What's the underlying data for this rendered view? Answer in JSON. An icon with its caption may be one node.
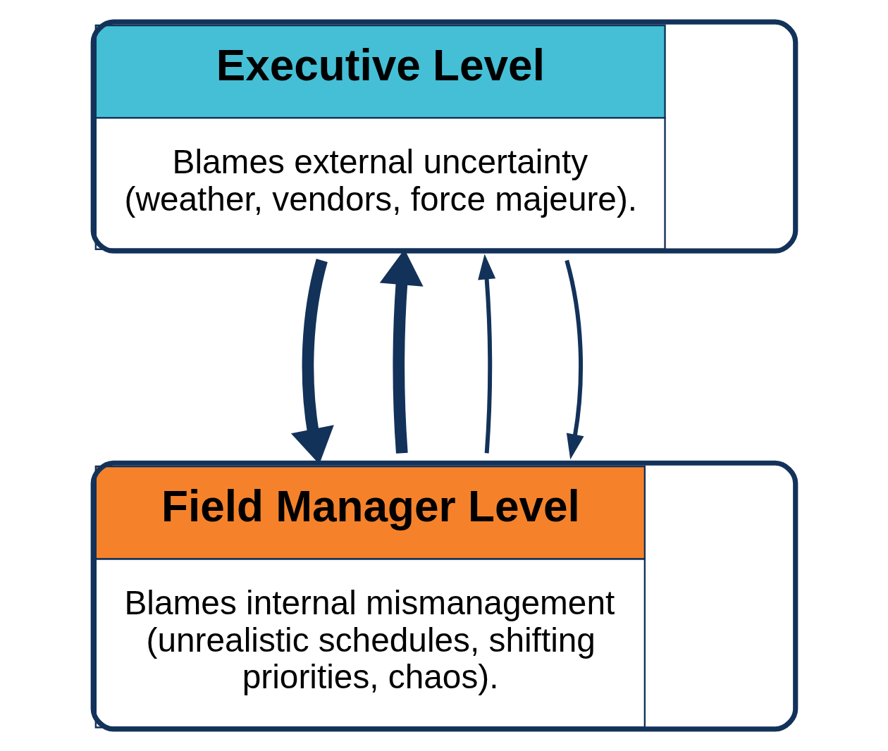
{
  "diagram": {
    "nodes": [
      {
        "text": [
          "Executive Level",
          "Blames external uncertainty (weather, vendors, force majeure)."
        ]
      },
      {
        "text": [
          "Field Manager Level",
          "Blames internal mismanagement (unrealistic schedules, shifting priorities, chaos)."
        ]
      }
    ],
    "edges": [
      {
        "from": 1,
        "to": 0,
        "arrow": "to",
        "style": "thick"
      },
      {
        "from": 0,
        "to": 1,
        "arrow": "to",
        "style": "thick"
      },
      {
        "from": 1,
        "to": 0,
        "arrow": "to"
      },
      {
        "from": 0,
        "to": 1,
        "arrow": "to"
      }
    ]
  }
}
